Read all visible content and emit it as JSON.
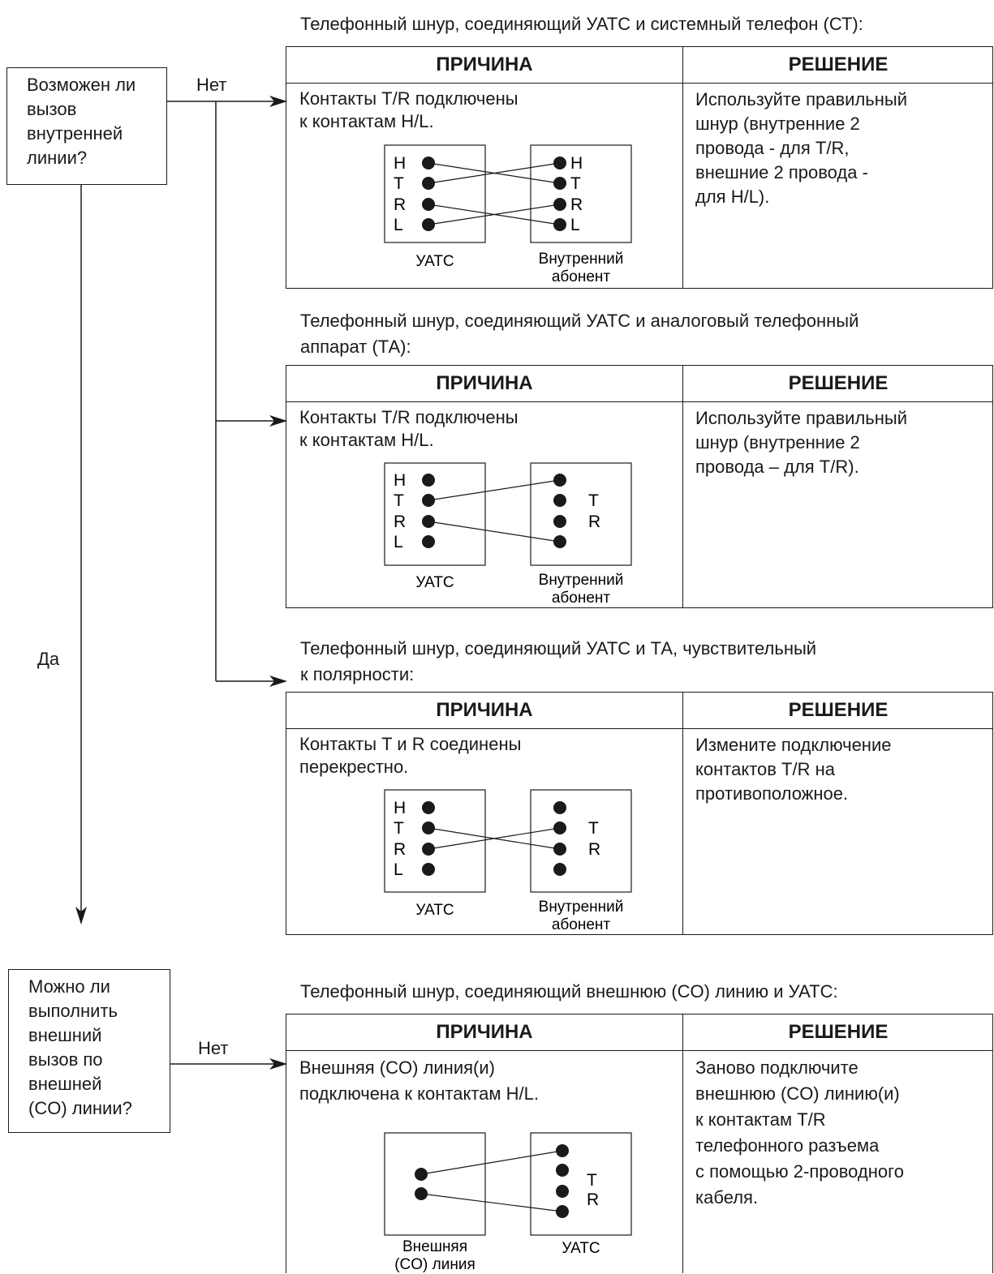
{
  "decision1": {
    "lines": [
      "Возможен ли",
      "вызов",
      "внутренней",
      "линии?"
    ]
  },
  "decision2": {
    "lines": [
      "Можно ли",
      "выполнить",
      "внешний",
      "вызов по",
      "внешней",
      "(CO) линии?"
    ]
  },
  "labels": {
    "no1": "Нет",
    "no2": "Нет",
    "yes": "Да"
  },
  "sections": [
    {
      "caption": [
        "Телефонный шнур, соединяющий УАТС и системный телефон (СТ):"
      ],
      "header_cause": "ПРИЧИНА",
      "header_solution": "РЕШЕНИЕ",
      "cause": [
        "Контакты T/R подключены",
        "к контактам H/L."
      ],
      "solution": [
        "Используйте правильный",
        "шнур (внутренние 2",
        "провода - для T/R,",
        "внешние 2 провода -",
        "для H/L)."
      ],
      "left_box": {
        "pins": [
          "H",
          "T",
          "R",
          "L"
        ],
        "label": "УАТС"
      },
      "right_box": {
        "pins": [
          "H",
          "T",
          "R",
          "L"
        ],
        "label": [
          "Внутренний",
          "абонент"
        ]
      }
    },
    {
      "caption": [
        "Телефонный шнур, соединяющий УАТС и аналоговый телефонный",
        "аппарат (ТА):"
      ],
      "header_cause": "ПРИЧИНА",
      "header_solution": "РЕШЕНИЕ",
      "cause": [
        "Контакты T/R подключены",
        "к контактам H/L."
      ],
      "solution": [
        "Используйте правильный",
        "шнур (внутренние 2",
        "провода – для T/R)."
      ],
      "left_box": {
        "pins": [
          "H",
          "T",
          "R",
          "L"
        ],
        "label": "УАТС"
      },
      "right_box": {
        "pins": [
          "",
          "T",
          "R",
          ""
        ],
        "label": [
          "Внутренний",
          "абонент"
        ]
      }
    },
    {
      "caption": [
        "Телефонный шнур, соединяющий УАТС и ТА, чувствительный",
        "к полярности:"
      ],
      "header_cause": "ПРИЧИНА",
      "header_solution": "РЕШЕНИЕ",
      "cause": [
        "Контакты T и R соединены",
        "перекрестно."
      ],
      "solution": [
        "Измените подключение",
        "контактов T/R на",
        "противоположное."
      ],
      "left_box": {
        "pins": [
          "H",
          "T",
          "R",
          "L"
        ],
        "label": "УАТС"
      },
      "right_box": {
        "pins": [
          "",
          "T",
          "R",
          ""
        ],
        "label": [
          "Внутренний",
          "абонент"
        ]
      }
    },
    {
      "caption": [
        "Телефонный шнур, соединяющий внешнюю (CO) линию и УАТС:"
      ],
      "header_cause": "ПРИЧИНА",
      "header_solution": "РЕШЕНИЕ",
      "cause": [
        "Внешняя (CO) линия(и)",
        "подключена к контактам H/L."
      ],
      "solution": [
        "Заново подключите",
        "внешнюю (CO) линию(и)",
        "к контактам T/R",
        "телефонного разъема",
        "с помощью 2-проводного",
        "кабеля."
      ],
      "left_box": {
        "pins": [],
        "label": [
          "Внешняя",
          "(CO) линия"
        ]
      },
      "right_box": {
        "pins": [
          "",
          "T",
          "R",
          ""
        ],
        "label": "УАТС"
      }
    }
  ]
}
